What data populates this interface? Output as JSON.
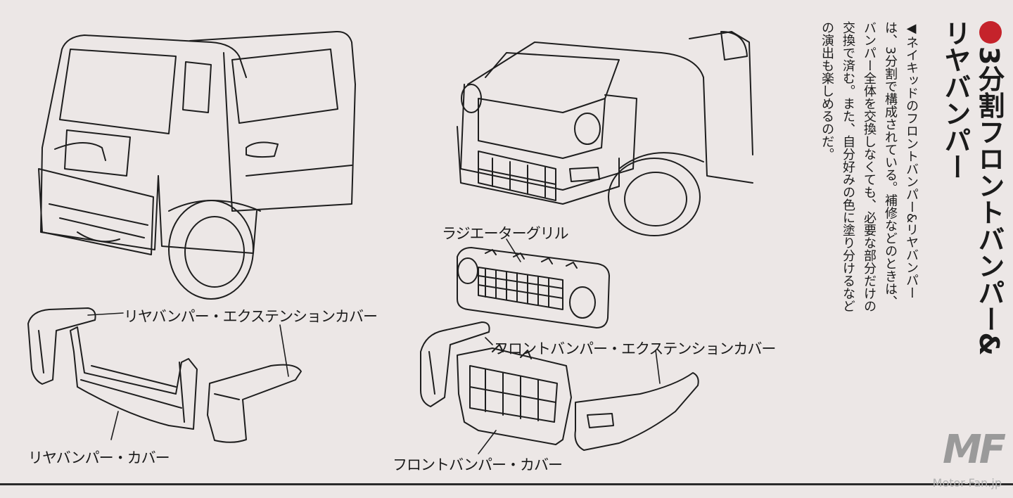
{
  "section": {
    "title_line1": "3分割フロントバンパー&",
    "title_line2": "リヤバンパー",
    "bullet_color": "#c5232b"
  },
  "description": {
    "line1": "◀ネイキッドのフロントバンパー&リヤバンパー",
    "line2": "は、3分割で構成されている。補修などのときは、",
    "line3": "バンパー全体を交換しなくても、必要な部分だけの",
    "line4": "交換で済む。また、自分好みの色に塗り分けるなど",
    "line5": "の演出も楽しめるのだ。"
  },
  "labels": {
    "radiator_grille": "ラジエーターグリル",
    "rear_ext_cover": "リヤバンパー・エクステンションカバー",
    "front_ext_cover": "フロントバンパー・エクステンションカバー",
    "rear_cover": "リヤバンパー・カバー",
    "front_cover": "フロントバンパー・カバー"
  },
  "watermark": {
    "logo": "MF",
    "site": "Motor-Fan.jp"
  }
}
